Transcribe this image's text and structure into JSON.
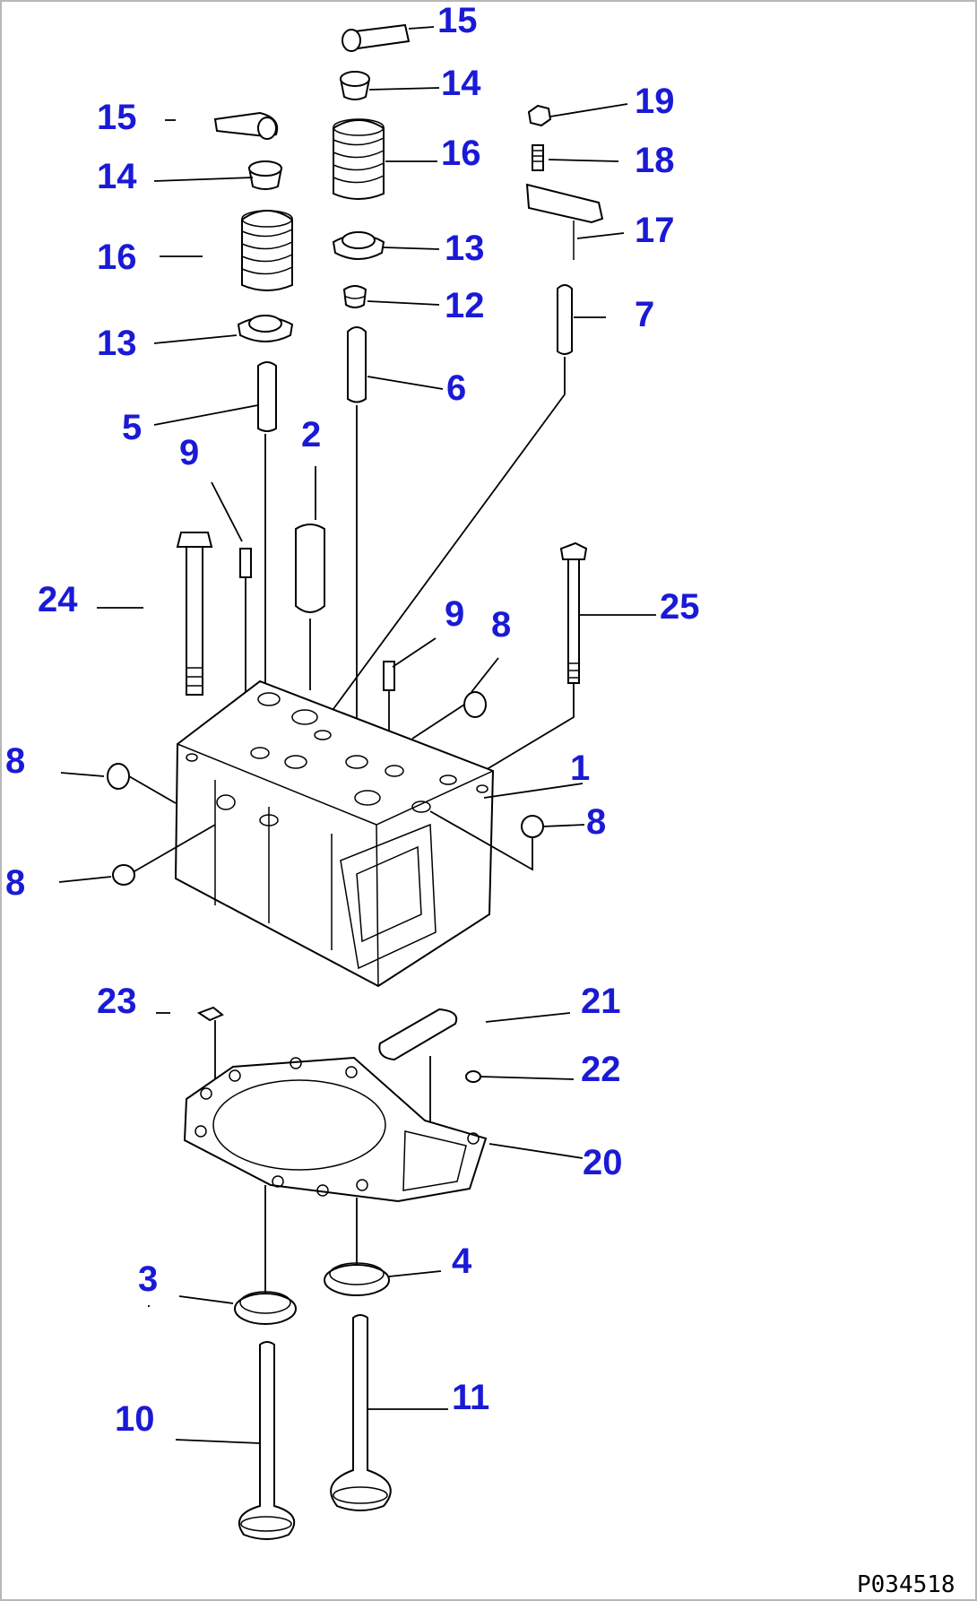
{
  "diagram": {
    "drawing_code": "P034518",
    "callouts": {
      "c1": "1",
      "c2": "2",
      "c3": "3",
      "c4": "4",
      "c5": "5",
      "c6": "6",
      "c7": "7",
      "c8a": "8",
      "c8b": "8",
      "c8c": "8",
      "c8d": "8",
      "c9a": "9",
      "c9b": "9",
      "c10": "10",
      "c11": "11",
      "c12": "12",
      "c13a": "13",
      "c13b": "13",
      "c14a": "14",
      "c14b": "14",
      "c15a": "15",
      "c15b": "15",
      "c16a": "16",
      "c16b": "16",
      "c17": "17",
      "c18": "18",
      "c19": "19",
      "c20": "20",
      "c21": "21",
      "c22": "22",
      "c23": "23",
      "c24": "24",
      "c25": "25"
    },
    "colors": {
      "callout": "#1a1ad6",
      "line": "#000000",
      "border": "#b8b8b8"
    }
  }
}
